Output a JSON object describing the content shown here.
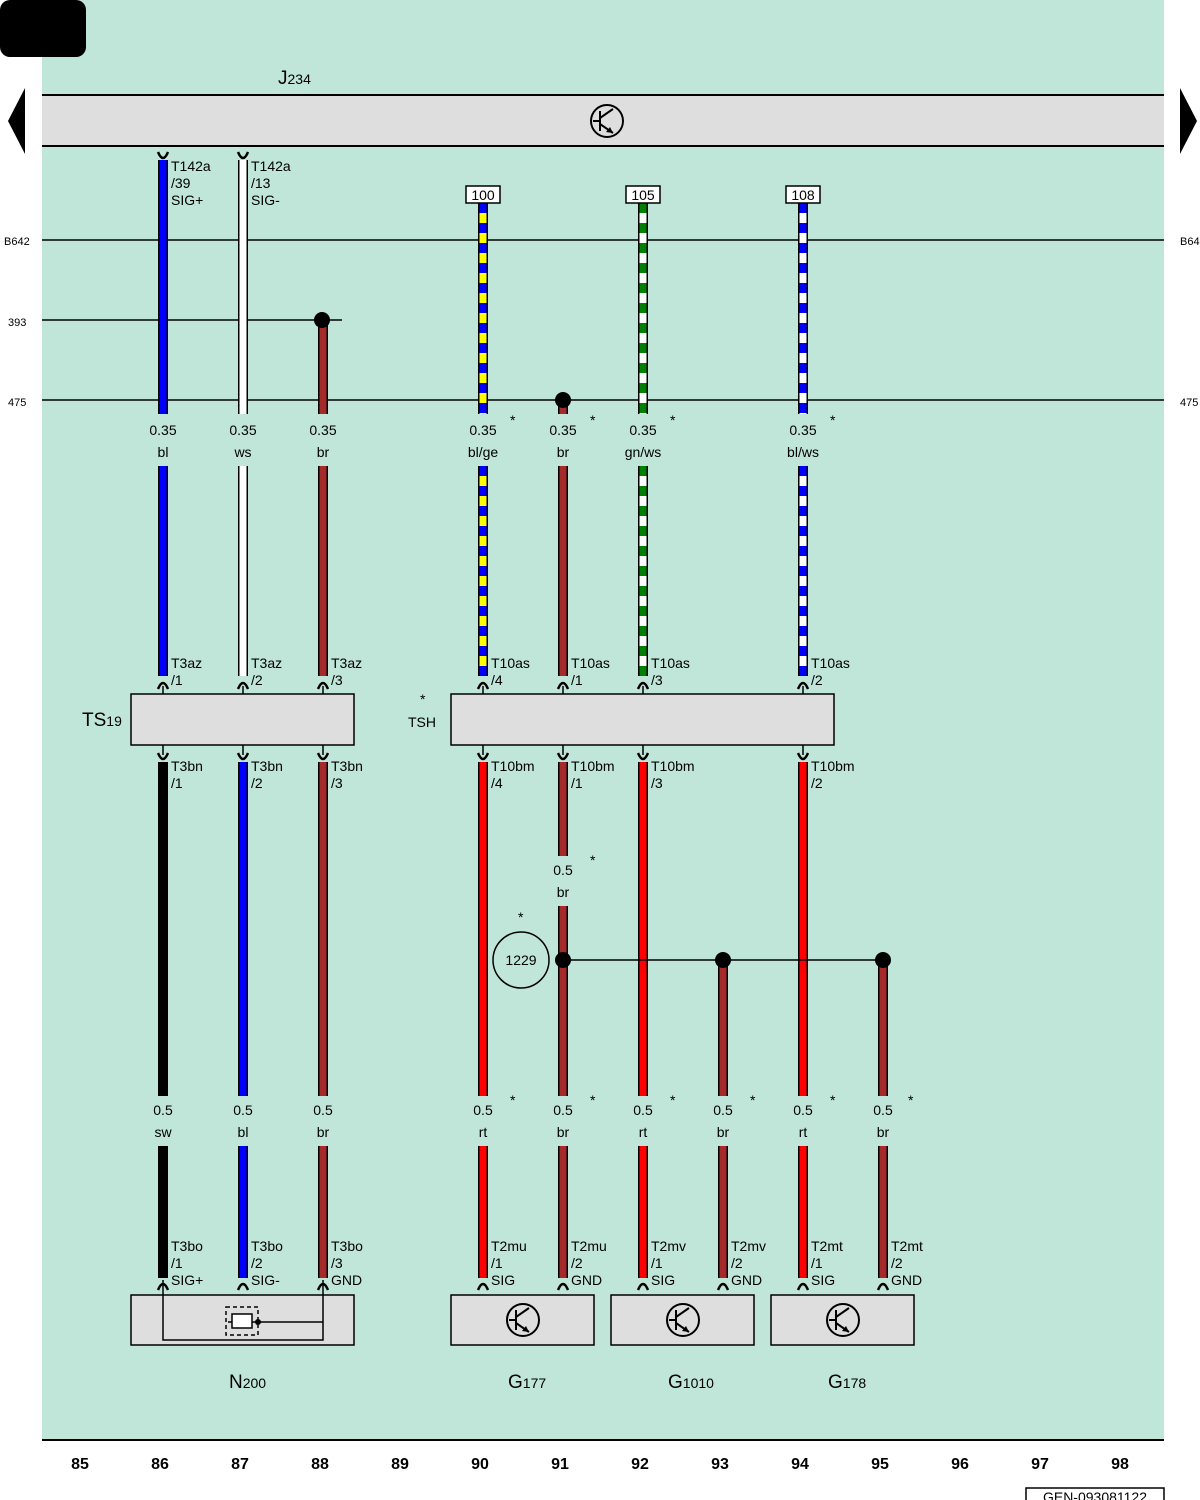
{
  "header": {
    "page_tab": "",
    "control_unit_id": "J",
    "control_unit_sub": "234",
    "nav_left": "previous-page",
    "nav_right": "next-page"
  },
  "row_labels": {
    "r1_left": "B642",
    "r1_right": "B64",
    "r2_left": "393",
    "r3_left": "475",
    "r3_right": "475"
  },
  "wires": [
    {
      "id": "w86",
      "column": 86,
      "gauge": "0.35",
      "color": "bl",
      "star": false,
      "top_connector": "T142a",
      "top_pin": "/39",
      "top_signal": "SIG+",
      "bot_connector": "T3az",
      "bot_pin": "/1"
    },
    {
      "id": "w87",
      "column": 87,
      "gauge": "0.35",
      "color": "ws",
      "star": false,
      "top_connector": "T142a",
      "top_pin": "/13",
      "top_signal": "SIG-",
      "bot_connector": "T3az",
      "bot_pin": "/2"
    },
    {
      "id": "w88",
      "column": 88,
      "gauge": "0.35",
      "color": "br",
      "star": false,
      "bot_connector": "T3az",
      "bot_pin": "/3"
    },
    {
      "id": "w90",
      "column": 90,
      "gauge": "0.35",
      "color": "bl/ge",
      "star": true,
      "ref": "100",
      "bot_connector": "T10as",
      "bot_pin": "/4"
    },
    {
      "id": "w91",
      "column": 91,
      "gauge": "0.35",
      "color": "br",
      "star": true,
      "bot_connector": "T10as",
      "bot_pin": "/1"
    },
    {
      "id": "w92",
      "column": 92,
      "gauge": "0.35",
      "color": "gn/ws",
      "star": true,
      "ref": "105",
      "bot_connector": "T10as",
      "bot_pin": "/3"
    },
    {
      "id": "w94",
      "column": 94,
      "gauge": "0.35",
      "color": "bl/ws",
      "star": true,
      "ref": "108",
      "bot_connector": "T10as",
      "bot_pin": "/2"
    }
  ],
  "separators": [
    {
      "id": "ts19",
      "name": "TS",
      "sub": "19",
      "star": false
    },
    {
      "id": "tsh",
      "name": "TSH",
      "sub": "",
      "star": true
    }
  ],
  "lower_wires": [
    {
      "id": "l86",
      "column": 86,
      "top_connector": "T3bn",
      "top_pin": "/1",
      "mid_gauge": "0.5",
      "mid_color": "sw",
      "star": false,
      "end_connector": "T3bo",
      "end_pin": "/1",
      "end_signal": "SIG+"
    },
    {
      "id": "l87",
      "column": 87,
      "top_connector": "T3bn",
      "top_pin": "/2",
      "mid_gauge": "0.5",
      "mid_color": "bl",
      "star": false,
      "end_connector": "T3bo",
      "end_pin": "/2",
      "end_signal": "SIG-"
    },
    {
      "id": "l88",
      "column": 88,
      "top_connector": "T3bn",
      "top_pin": "/3",
      "mid_gauge": "0.5",
      "mid_color": "br",
      "star": false,
      "end_connector": "T3bo",
      "end_pin": "/3",
      "end_signal": "GND"
    },
    {
      "id": "l90",
      "column": 90,
      "top_connector": "T10bm",
      "top_pin": "/4",
      "mid_gauge": "0.5",
      "mid_color": "rt",
      "star": true,
      "end_connector": "T2mu",
      "end_pin": "/1",
      "end_signal": "SIG"
    },
    {
      "id": "l91",
      "column": 91,
      "top_connector": "T10bm",
      "top_pin": "/1",
      "upper_gauge": "0.5",
      "upper_color": "br",
      "mid_gauge": "0.5",
      "mid_color": "br",
      "star": true,
      "end_connector": "T2mu",
      "end_pin": "/2",
      "end_signal": "GND"
    },
    {
      "id": "l92",
      "column": 92,
      "top_connector": "T10bm",
      "top_pin": "/3",
      "mid_gauge": "0.5",
      "mid_color": "rt",
      "star": true,
      "end_connector": "T2mv",
      "end_pin": "/1",
      "end_signal": "SIG"
    },
    {
      "id": "l93",
      "column": 93,
      "mid_gauge": "0.5",
      "mid_color": "br",
      "star": true,
      "end_connector": "T2mv",
      "end_pin": "/2",
      "end_signal": "GND"
    },
    {
      "id": "l94",
      "column": 94,
      "top_connector": "T10bm",
      "top_pin": "/2",
      "mid_gauge": "0.5",
      "mid_color": "rt",
      "star": true,
      "end_connector": "T2mt",
      "end_pin": "/1",
      "end_signal": "SIG"
    },
    {
      "id": "l95",
      "column": 95,
      "mid_gauge": "0.5",
      "mid_color": "br",
      "star": true,
      "end_connector": "T2mt",
      "end_pin": "/2",
      "end_signal": "GND"
    }
  ],
  "ground_point": {
    "label": "1229",
    "star": true
  },
  "components": [
    {
      "id": "n200",
      "name": "N",
      "sub": "200"
    },
    {
      "id": "g177",
      "name": "G",
      "sub": "177"
    },
    {
      "id": "g1010",
      "name": "G",
      "sub": "1010"
    },
    {
      "id": "g178",
      "name": "G",
      "sub": "178"
    }
  ],
  "grid_numbers": [
    "85",
    "86",
    "87",
    "88",
    "89",
    "90",
    "91",
    "92",
    "93",
    "94",
    "95",
    "96",
    "97",
    "98"
  ],
  "doc_code": "GEN-093081122",
  "colors": {
    "background": "#c0e5d9",
    "box_fill": "#dedede",
    "bl": "#0000ff",
    "ws": "#ffffff",
    "br": "#a52a2a",
    "sw": "#000000",
    "rt": "#ff0000",
    "ge": "#ffff00",
    "gn": "#007f00"
  }
}
